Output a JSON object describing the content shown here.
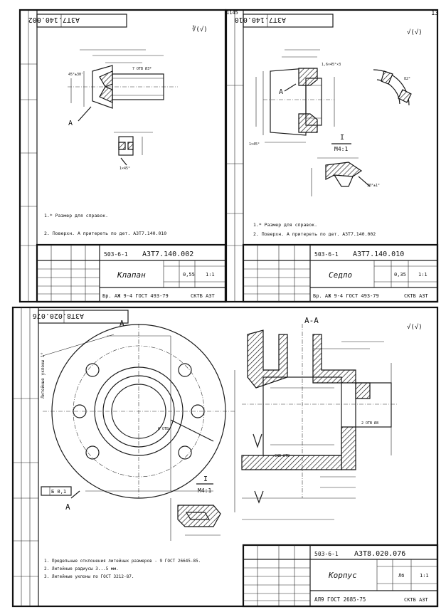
{
  "sheet": {
    "corner_number": "13",
    "top_marker": "1145"
  },
  "left_sheet": {
    "stamp_text": "А3Т7.140.002",
    "roughness": "∛(√)",
    "note1": "1.* Размер для справок.",
    "note2": "2. Поверхн. А притереть по дет. А3Т7.140.010",
    "title_block": {
      "code": "503-6-1",
      "designation": "А3Т7.140.002",
      "name": "Клапан",
      "mass": "0,55",
      "scale": "1:1",
      "material": "Бр. АЖ 9-4 ГОСТ 493-79",
      "org": "СКТБ АЗТ"
    }
  },
  "right_sheet": {
    "stamp_text": "А3Т7.140.010",
    "roughness": "√(√)",
    "section_mark": "I",
    "section_scale": "M4:1",
    "note1": "1.* Размер для справок.",
    "note2": "2. Поверхн. А притереть по дет. А3Т7.140.002",
    "title_block": {
      "code": "503-6-1",
      "designation": "А3Т7.140.010",
      "name": "Седло",
      "mass": "0,35",
      "scale": "1:1",
      "material": "Бр. АЖ 9-4 ГОСТ 493-79",
      "org": "СКТБ АЗТ"
    }
  },
  "bottom_sheet": {
    "stamp_text": "А3Т8.020.076",
    "view_label": "А",
    "section_label": "А-А",
    "detail_mark": "I",
    "detail_scale": "M4:1",
    "side_note": "Литейные уклоны 1°",
    "roughness": "√(√)",
    "tolerance_frame": "Б 0,1",
    "note1": "1. Предельные отклонения литейных размеров - 9 ГОСТ 26645-85.",
    "note2": "2. Литейные радиусы 3...5 мм.",
    "note3": "3. Литейные уклоны по ГОСТ 3212-87.",
    "title_block": {
      "code": "503-6-1",
      "designation": "А3Т8.020.076",
      "name": "Корпус",
      "litera": "Лб",
      "scale": "1:1",
      "material": "АЛ9 ГОСТ 2685-75",
      "org": "СКТБ АЗТ"
    }
  }
}
